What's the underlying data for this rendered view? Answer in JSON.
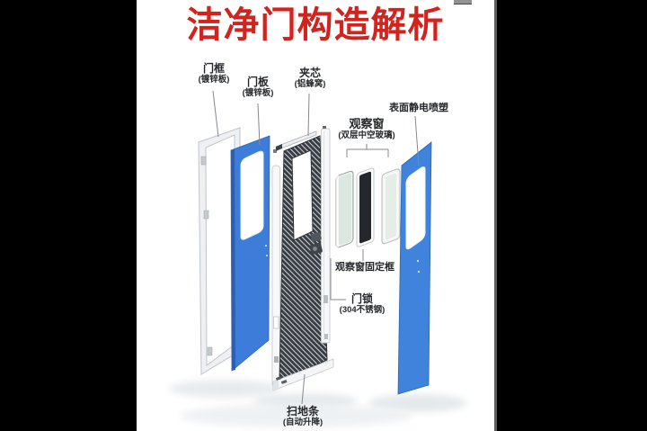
{
  "title": {
    "text": "洁净门构造解析"
  },
  "colors": {
    "accent_red": "#d2231f",
    "door_blue": "#3d7cd8",
    "door_blue_edge": "#2d5fae",
    "door_blue_right": "#3f83dc",
    "honeycomb_dark": "#383d43",
    "glass_green": "#dce7e0",
    "side_bars": "#000000"
  },
  "labels": {
    "door_frame": {
      "main": "门框",
      "sub": "(镀锌板)"
    },
    "door_panel": {
      "main": "门板",
      "sub": "(镀锌板)"
    },
    "core": {
      "main": "夹芯",
      "sub": "(铝蜂窝)"
    },
    "observation_window": {
      "main": "观察窗",
      "sub": "(双层中空玻璃)"
    },
    "surface_coating": {
      "main": "表面静电喷塑"
    },
    "window_fixing_frame": {
      "main": "观察窗固定框"
    },
    "door_lock": {
      "main": "门锁",
      "sub": "(304不锈钢)"
    },
    "sweep_strip": {
      "main": "扫地条",
      "sub": "(自动升降)"
    }
  }
}
